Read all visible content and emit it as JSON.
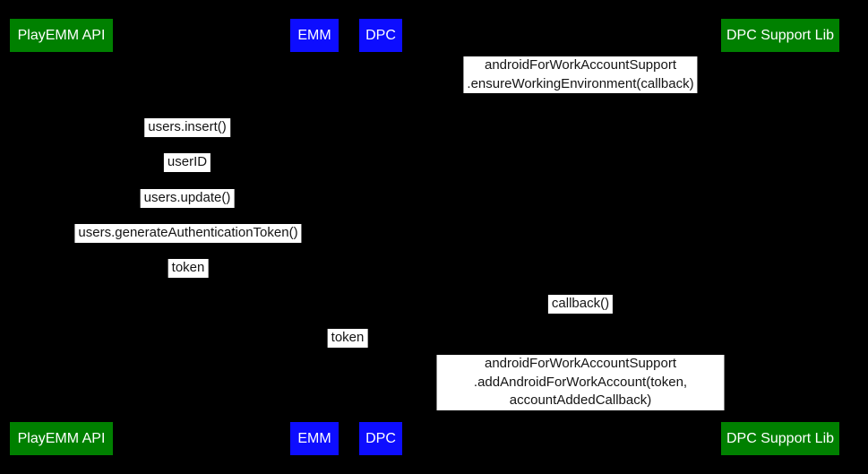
{
  "diagram": {
    "type": "sequence-diagram",
    "background_color": "#000000",
    "actor_colors": {
      "green": "#008000",
      "blue": "#0d0dff"
    },
    "label_box_color": "#ffffff",
    "label_text_color": "#141414",
    "actors": [
      {
        "id": "playemm-api",
        "label": "PlayEMM API",
        "color": "green"
      },
      {
        "id": "emm",
        "label": "EMM",
        "color": "blue"
      },
      {
        "id": "dpc",
        "label": "DPC",
        "color": "blue"
      },
      {
        "id": "dpc-support-lib",
        "label": "DPC Support Lib",
        "color": "green"
      }
    ],
    "messages": [
      {
        "text": "androidForWorkAccountSupport\n.ensureWorkingEnvironment(callback)"
      },
      {
        "text": "users.insert()"
      },
      {
        "text": "userID"
      },
      {
        "text": "users.update()"
      },
      {
        "text": "users.generateAuthenticationToken()"
      },
      {
        "text": "token"
      },
      {
        "text": "callback()"
      },
      {
        "text": "token"
      },
      {
        "text": "androidForWorkAccountSupport\n.addAndroidForWorkAccount(token, accountAddedCallback)"
      }
    ]
  }
}
